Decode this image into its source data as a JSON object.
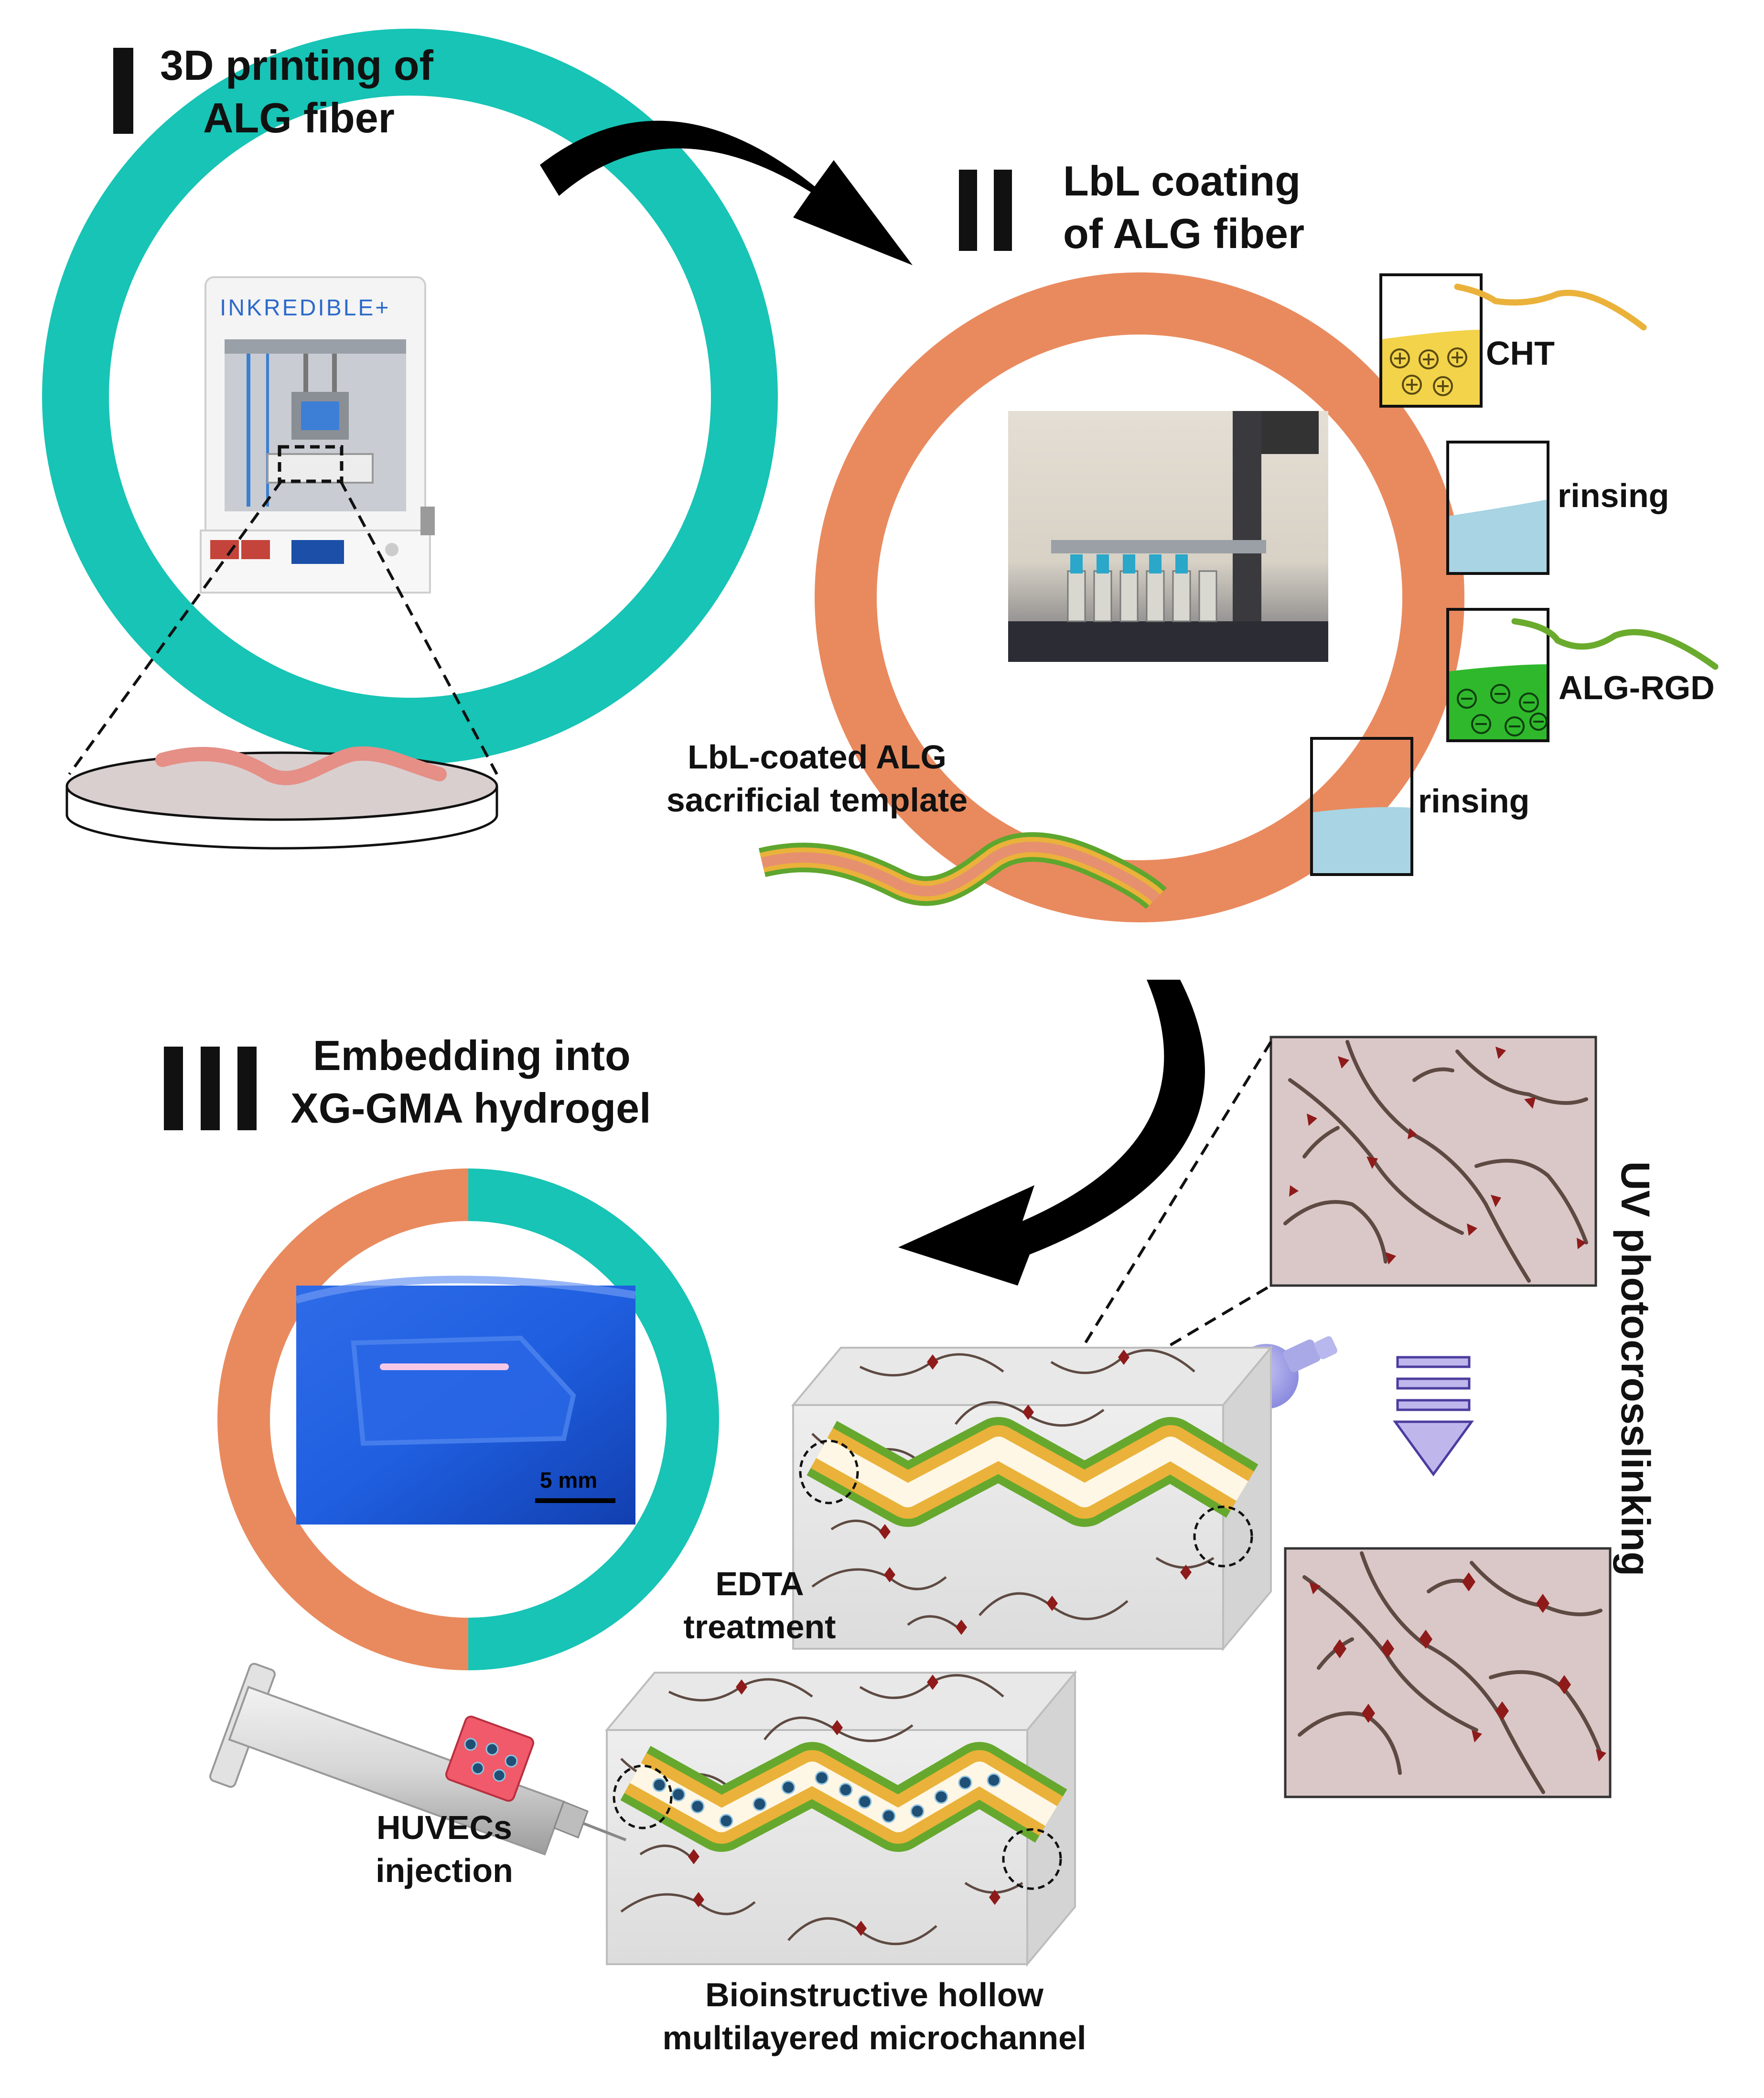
{
  "steps": {
    "one": {
      "numeral": "I",
      "title_line1": "3D printing of",
      "title_line2": "ALG fiber"
    },
    "two": {
      "numeral": "II",
      "title_line1": "LbL coating",
      "title_line2": "of ALG fiber"
    },
    "three": {
      "numeral": "III",
      "title_line1": "Embedding into",
      "title_line2": "XG-GMA hydrogel"
    }
  },
  "printer": {
    "brand": "INKREDIBLE+"
  },
  "lbl_cycle": {
    "beakers": [
      {
        "label": "CHT",
        "solution_color": "#f2d34a",
        "charge": "positive"
      },
      {
        "label": "rinsing",
        "solution_color": "#a8d4e3"
      },
      {
        "label": "ALG-RGD",
        "solution_color": "#2fb82c",
        "charge": "negative"
      },
      {
        "label": "rinsing",
        "solution_color": "#a8d4e3"
      }
    ]
  },
  "template_label": {
    "line1": "LbL-coated ALG",
    "line2": "sacrificial template"
  },
  "scale_bar": "5 mm",
  "uv_label": "UV photocrosslinking",
  "edta_label": {
    "line1": "EDTA",
    "line2": "treatment"
  },
  "huvec_label": {
    "line1": "HUVECs",
    "line2": "injection"
  },
  "final_label": {
    "line1": "Bioinstructive hollow",
    "line2": "multilayered microchannel"
  },
  "colors": {
    "teal_ring": "#17c4b5",
    "orange_ring": "#e98a5e",
    "gel_network_panel": "#dac8c8",
    "polymer_strand": "#5e4a42",
    "crosslink_marker": "#8f1a1a",
    "channel_green": "#66a82e",
    "channel_yellow": "#eab23a",
    "cell_blue": "#1f4f74"
  }
}
